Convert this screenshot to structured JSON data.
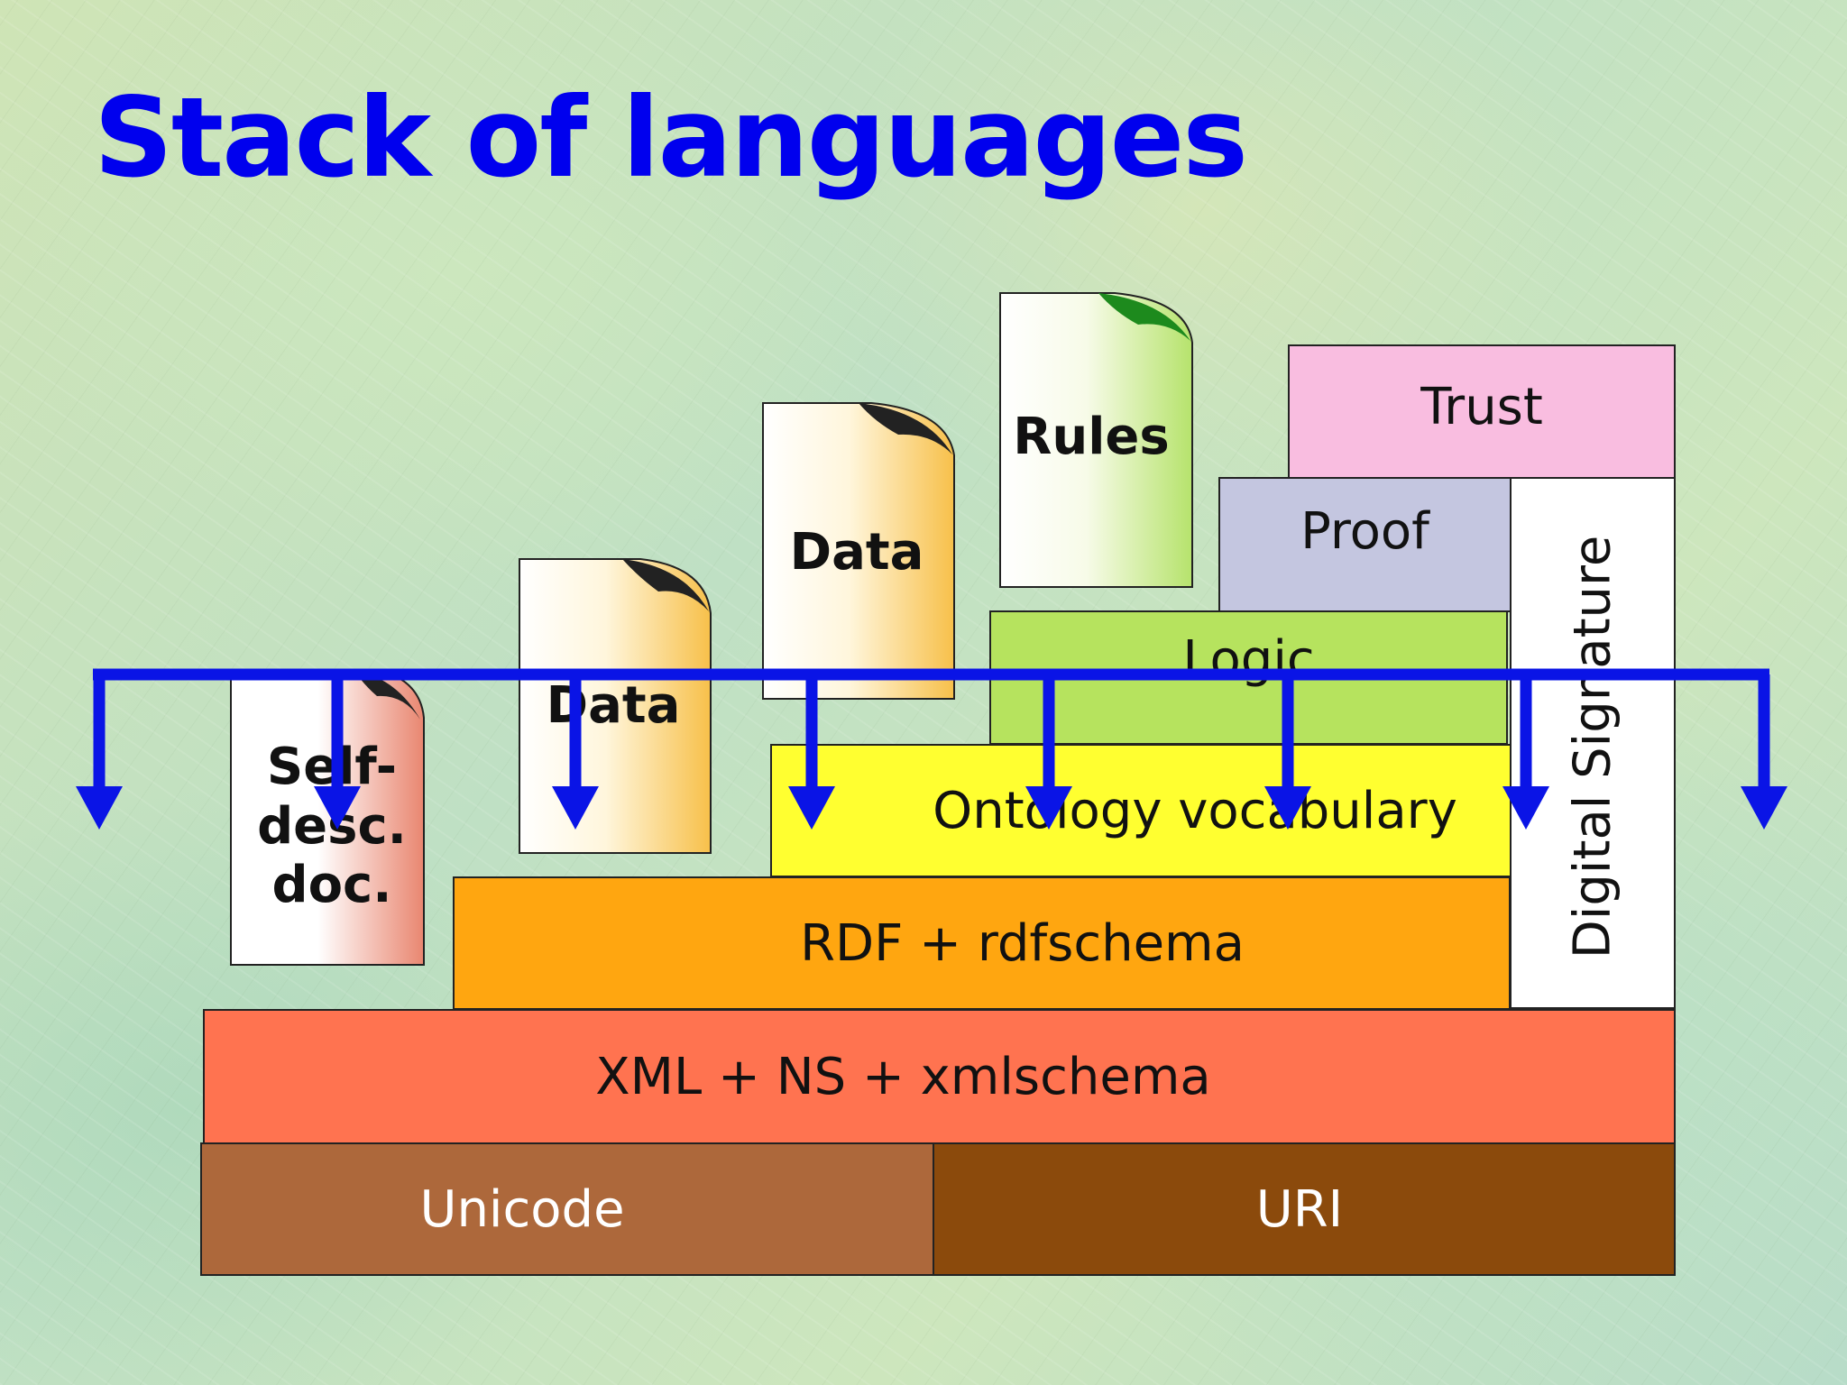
{
  "title": "Stack of languages",
  "layers": {
    "unicode": "Unicode",
    "uri": "URI",
    "xml": "XML + NS + xmlschema",
    "rdf": "RDF + rdfschema",
    "ontology": "Ontology vocabulary",
    "logic": "Logic",
    "proof": "Proof",
    "trust": "Trust",
    "digital_signature": "Digital Signature"
  },
  "documents": {
    "self_desc": [
      "Self-",
      "desc.",
      "doc."
    ],
    "data_left": "Data",
    "data_right": "Data",
    "rules": "Rules"
  },
  "colors": {
    "title": "#0000ee",
    "unicode": "#ad683b",
    "uri": "#8b4a0c",
    "xml": "#ff7350",
    "rdf": "#ffa610",
    "ontology": "#ffff30",
    "logic": "#b6e35e",
    "proof": "#c4c6e0",
    "trust": "#f9bde0",
    "digital_signature": "#ffffff",
    "arrows": "#0a14e6"
  }
}
